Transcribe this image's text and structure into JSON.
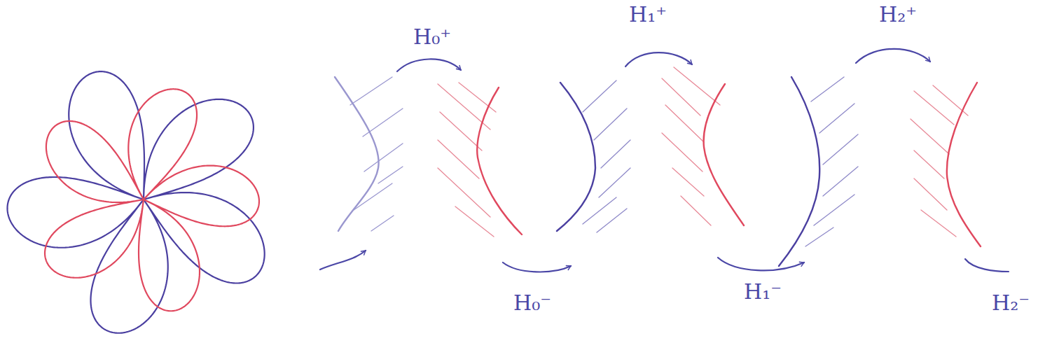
{
  "diagram": {
    "labels": [
      "H₀⁺",
      "H₁⁺",
      "H₂⁺",
      "H₀⁻",
      "H₁⁻",
      "H₂⁻"
    ]
  }
}
